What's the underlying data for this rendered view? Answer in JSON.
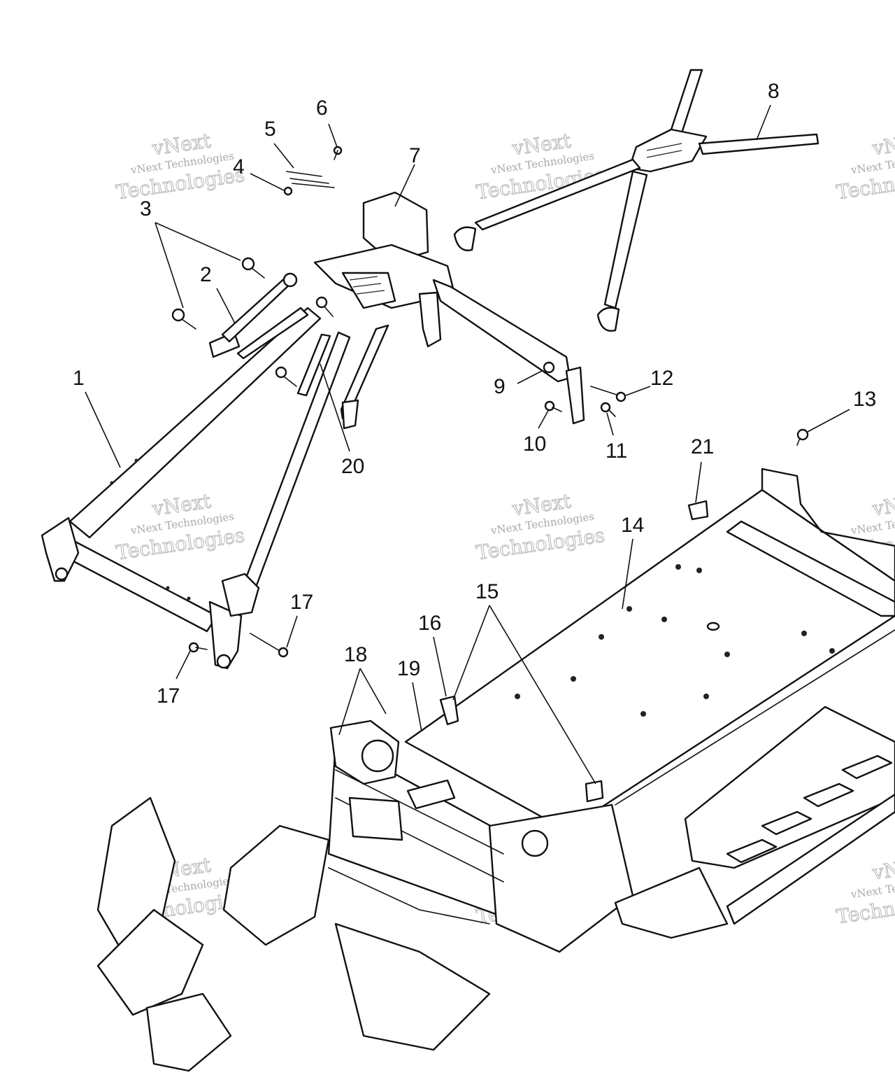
{
  "watermark": {
    "line1": "vNext Technologies",
    "line2": "Technologies",
    "line3": "vNext"
  },
  "callouts": [
    "1",
    "2",
    "3",
    "4",
    "5",
    "6",
    "7",
    "8",
    "9",
    "10",
    "11",
    "12",
    "13",
    "14",
    "15",
    "16",
    "17",
    "18",
    "19",
    "20",
    "21"
  ],
  "colors": {
    "line": "#111111",
    "paper": "#ffffff",
    "watermark": "#a8a8a8"
  }
}
